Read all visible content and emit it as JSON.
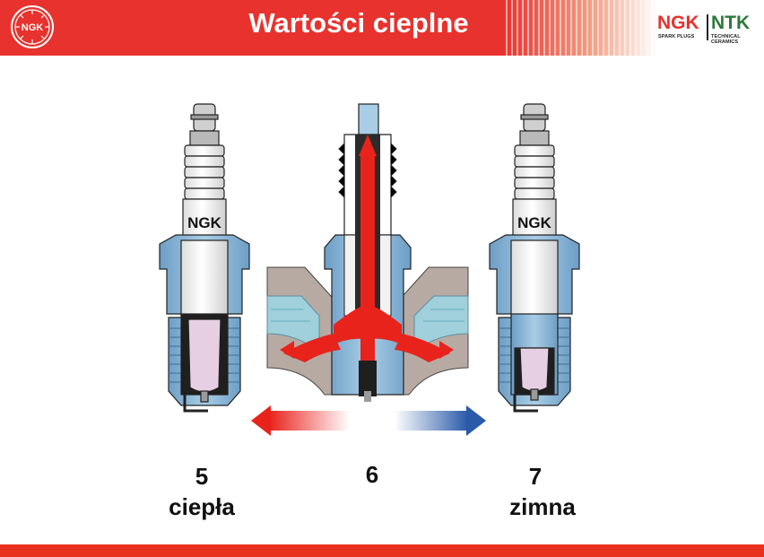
{
  "header": {
    "title": "Wartości cieplne"
  },
  "badge": {
    "text": "NGK"
  },
  "brand": {
    "left": "NGK",
    "right": "NTK",
    "left_sub": "SPARK PLUGS",
    "right_sub": "TECHNICAL CERAMICS"
  },
  "plugs": [
    {
      "mark": "NGK",
      "heat_value": "5",
      "caption": "ciepła"
    },
    {
      "heat_value": "6"
    },
    {
      "mark": "NGK",
      "heat_value": "7",
      "caption": "zimna"
    }
  ],
  "colors": {
    "header_red": "#e8322d",
    "hot_red": "#e8231c",
    "cold_blue": "#2a5aa8",
    "water": "#9fd0dc",
    "metal": "#8bb8d6",
    "insulator_tip": "#e7cfe3"
  }
}
